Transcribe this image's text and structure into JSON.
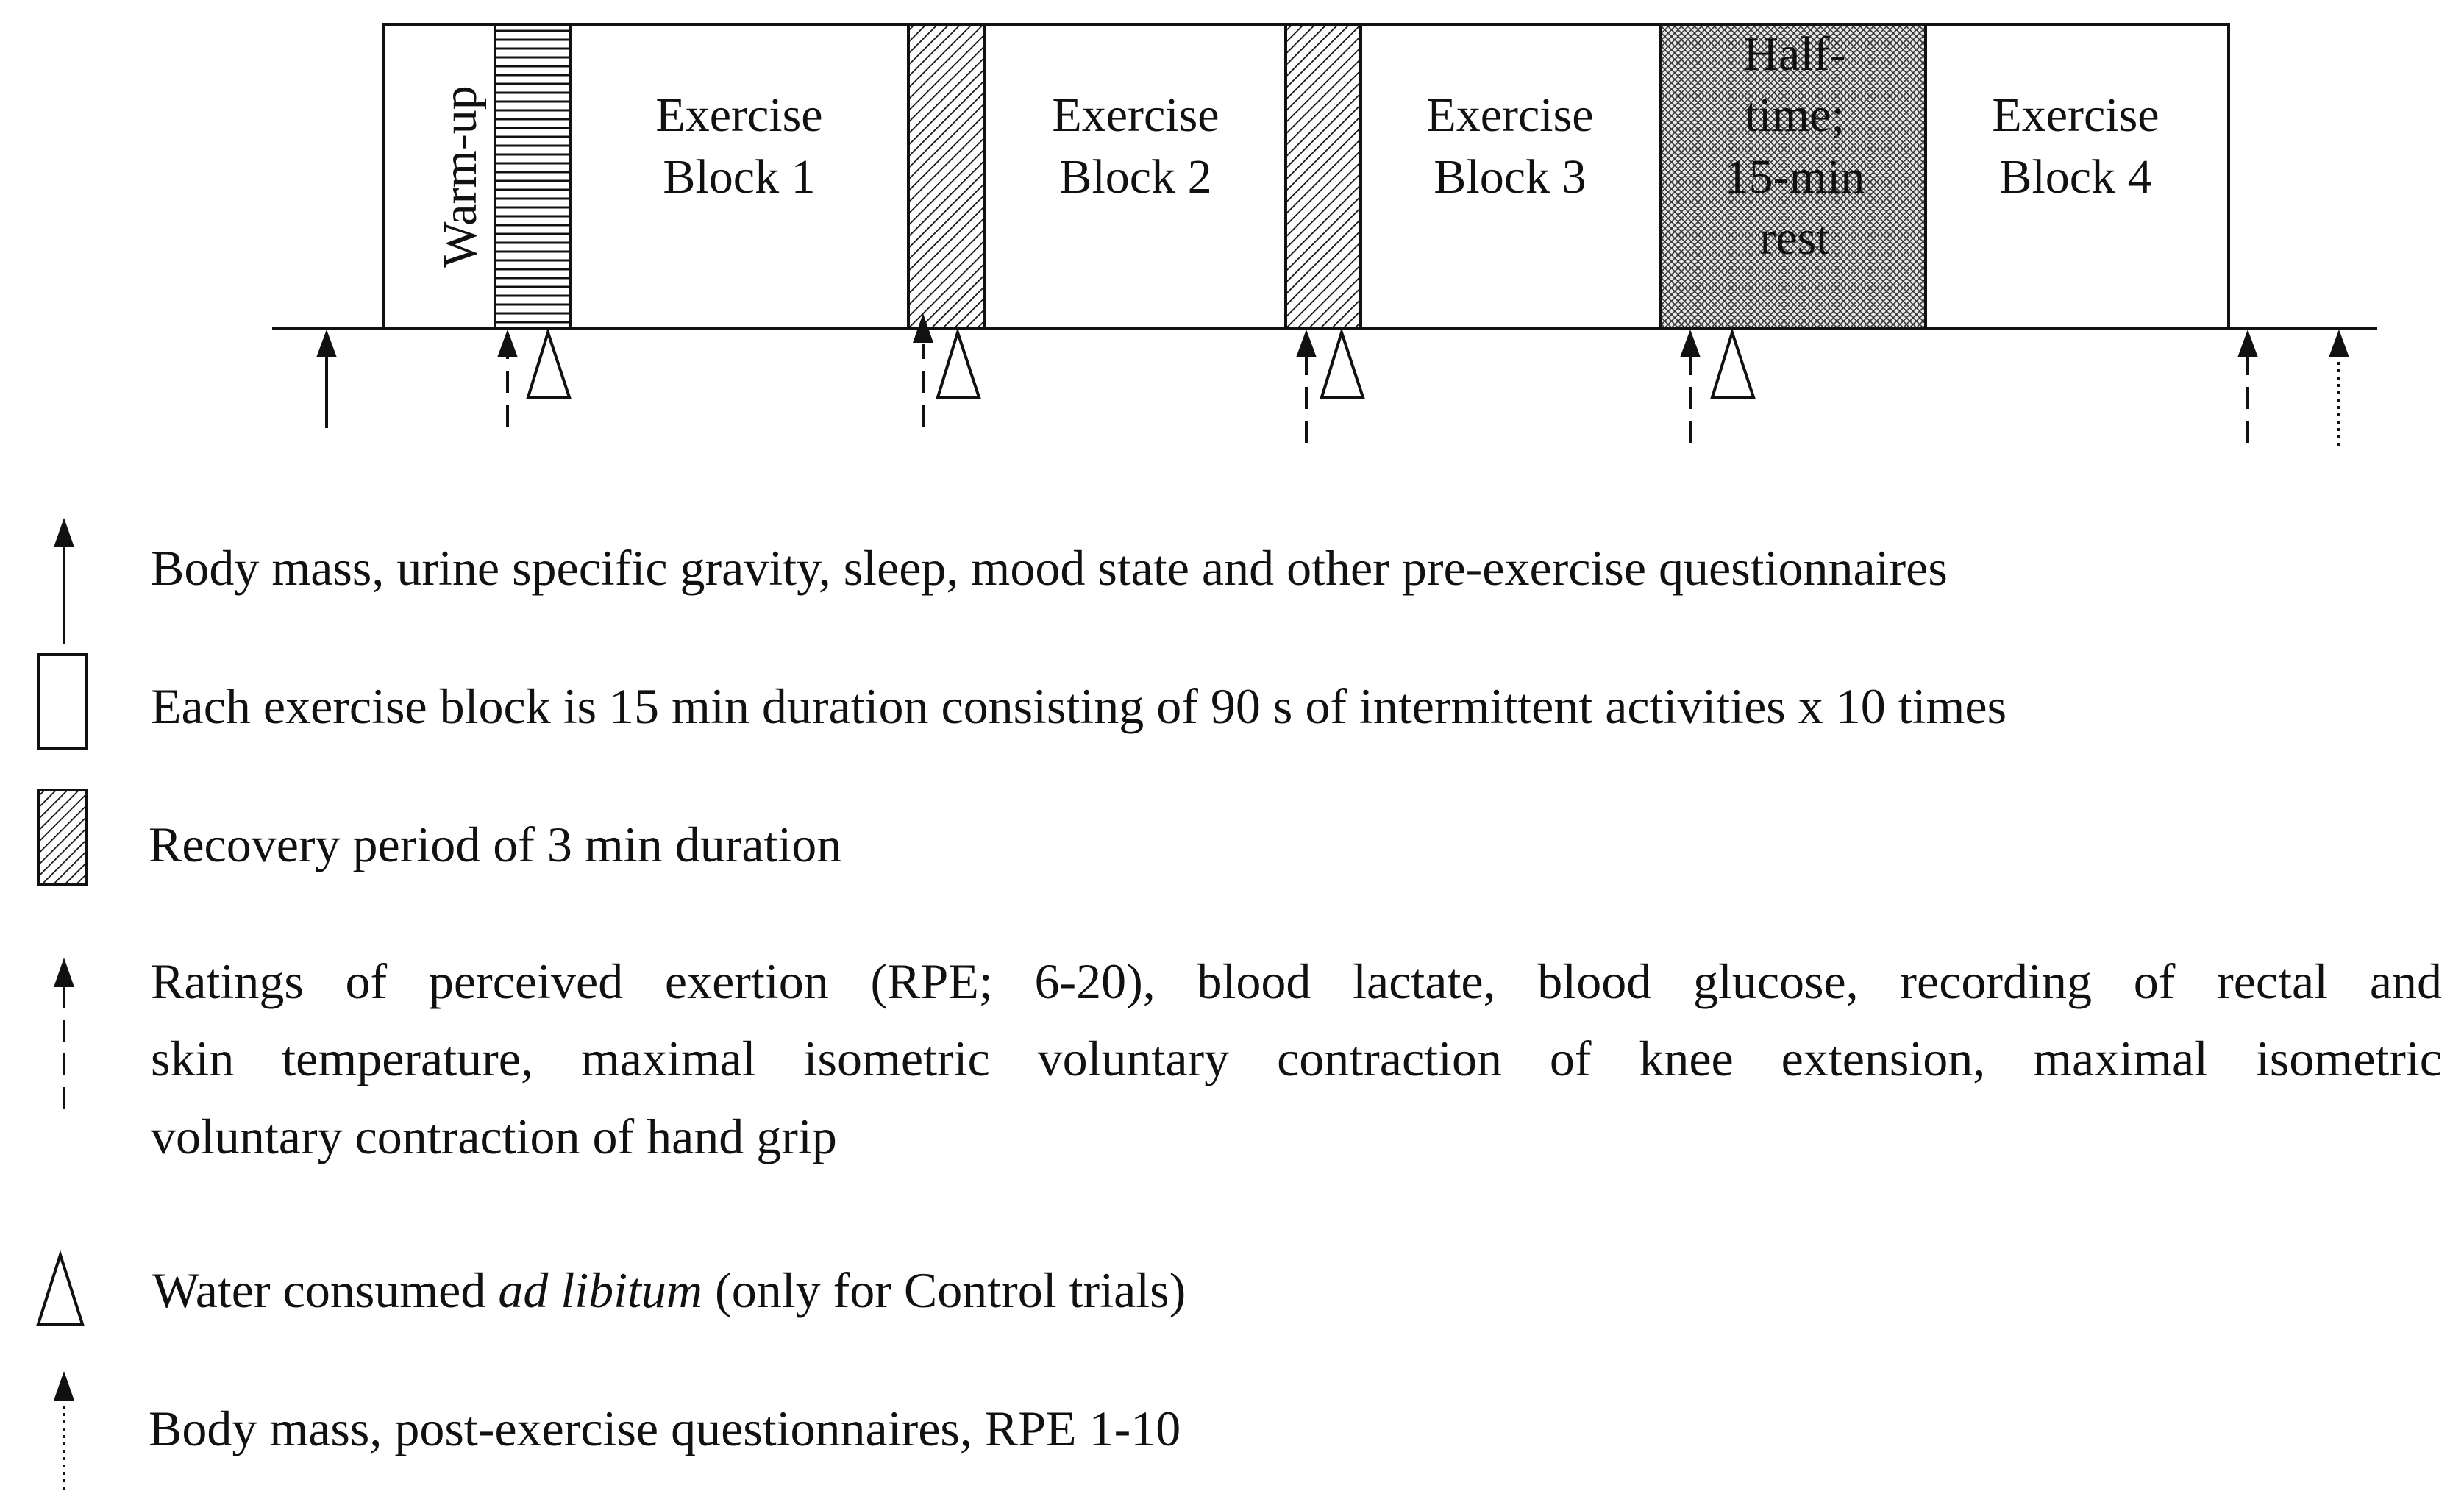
{
  "timeline": {
    "warmup_label": "Warm-up",
    "blocks": [
      {
        "line1": "Exercise",
        "line2": "Block 1"
      },
      {
        "line1": "Exercise",
        "line2": "Block 2"
      },
      {
        "line1": "Exercise",
        "line2": "Block 3"
      },
      {
        "line1": "Exercise",
        "line2": "Block 4"
      }
    ],
    "halftime_lines": [
      "Half-",
      "time;",
      "15-min",
      "rest"
    ]
  },
  "legend": {
    "pre_exercise": "Body mass, urine specific gravity, sleep, mood state and other pre-exercise questionnaires",
    "exercise_block": "Each exercise block is 15 min duration consisting of 90 s of intermittent activities x 10 times",
    "recovery": "Recovery period of 3 min duration",
    "measurements_line1": "Ratings of perceived exertion (RPE; 6-20), blood lactate, blood glucose, recording of rectal and",
    "measurements_line2": "skin temperature, maximal isometric voluntary contraction of knee extension, maximal isometric",
    "measurements_line3": "voluntary contraction of hand grip",
    "water_before": "Water consumed ",
    "water_italic": "ad libitum",
    "water_after": " (only for Control trials)",
    "post_exercise": "Body mass, post-exercise questionnaires, RPE 1-10"
  },
  "icons": {
    "solid_arrow": "solid-arrow-icon",
    "open_box": "open-box-icon",
    "hatched_box": "hatched-box-icon",
    "dashed_arrow": "dashed-arrow-icon",
    "open_triangle": "open-triangle-icon",
    "dotted_arrow": "dotted-arrow-icon"
  }
}
